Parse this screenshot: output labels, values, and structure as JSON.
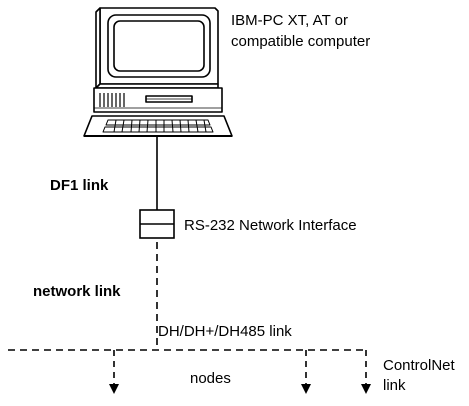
{
  "computer": {
    "label_line1": "IBM-PC XT, AT or",
    "label_line2": "compatible computer"
  },
  "links": {
    "df1": "DF1 link",
    "rs232": "RS-232 Network Interface",
    "network": "network link",
    "dh": "DH/DH+/DH485 link",
    "controlnet_line1": "ControlNet",
    "controlnet_line2": "link"
  },
  "nodes_label": "nodes",
  "colors": {
    "line": "#000000",
    "background": "#ffffff"
  }
}
